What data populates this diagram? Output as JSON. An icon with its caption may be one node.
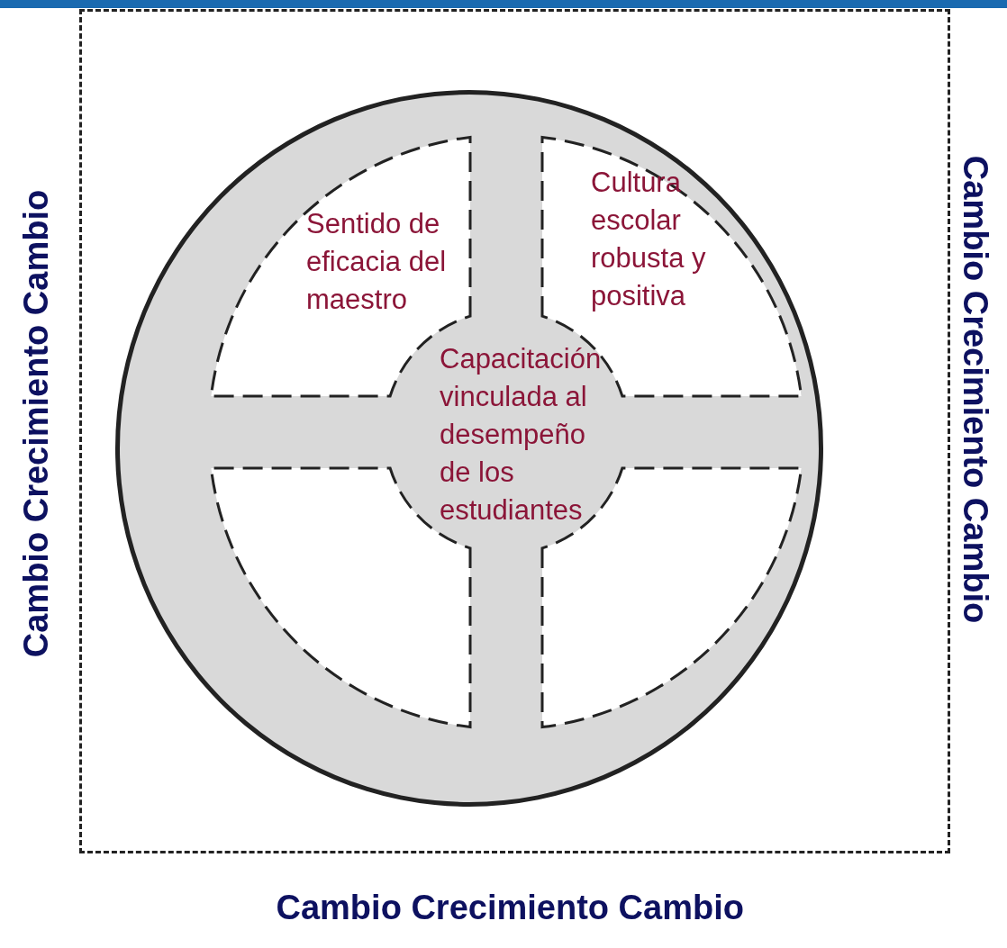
{
  "diagram": {
    "nodes": [
      {
        "text": [],
        "shape": "box"
      },
      {
        "text": [],
        "shape": "circle",
        "in": 0
      },
      {
        "text": [
          "Sentido de eficacia del maestro"
        ],
        "in": 1
      },
      {
        "text": [
          "Cultura escolar robusta y positiva"
        ],
        "in": 1
      },
      {
        "text": [],
        "shape": "box",
        "in": 1
      },
      {
        "text": [],
        "shape": "box",
        "in": 1
      },
      {
        "text": [
          "Capacitación vinculada al desempeño de los estudiantes"
        ],
        "in": 1
      }
    ],
    "edges": [],
    "labels": [
      "Cambio Crecimiento Cambio",
      "Cambio Crecimiento Cambio",
      "Cambio Crecimiento Cambio"
    ]
  }
}
